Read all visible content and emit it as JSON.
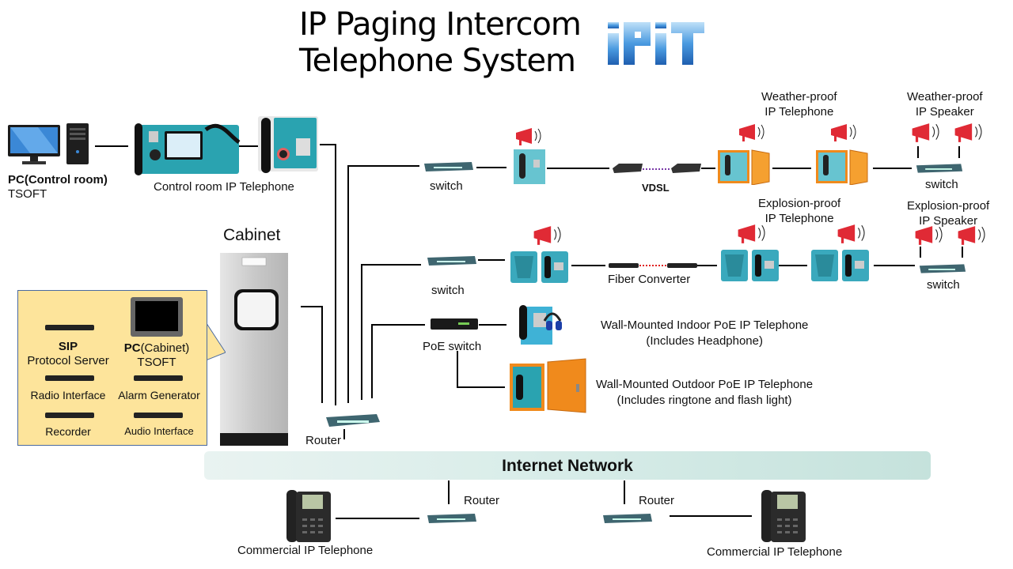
{
  "title": {
    "line1": "IP Paging Intercom",
    "line2": "Telephone System",
    "logo_text": "iPiT"
  },
  "control_room": {
    "pc_label_bold": "PC(Control room)",
    "pc_label_sub": "TSOFT",
    "telephone_label": "Control room IP Telephone"
  },
  "cabinet": {
    "label": "Cabinet",
    "router_label": "Router",
    "callout": {
      "items": [
        {
          "bold": "SIP",
          "text": "Protocol Server"
        },
        {
          "bold": "PC",
          "text": "(Cabinet)",
          "sub": "TSOFT"
        },
        {
          "text": "Radio Interface"
        },
        {
          "text": "Alarm Generator"
        },
        {
          "text": "Recorder"
        },
        {
          "text": "Audio Interface"
        }
      ]
    }
  },
  "branch_weather": {
    "switch_label": "switch",
    "link_label": "VDSL",
    "telephone_group_label": [
      "Weather-proof",
      "IP Telephone"
    ],
    "speaker_group_label": [
      "Weather-proof",
      "IP Speaker"
    ],
    "end_switch_label": "switch"
  },
  "branch_explosion": {
    "switch_label": "switch",
    "link_label": "Fiber Converter",
    "telephone_group_label": [
      "Explosion-proof",
      "IP Telephone"
    ],
    "speaker_group_label": [
      "Explosion-proof",
      "IP Speaker"
    ],
    "end_switch_label": "switch"
  },
  "branch_poe": {
    "switch_label": "PoE switch",
    "indoor": [
      "Wall-Mounted Indoor PoE IP Telephone",
      "(Includes Headphone)"
    ],
    "outdoor": [
      "Wall-Mounted Outdoor PoE IP Telephone",
      "(Includes ringtone and flash light)"
    ]
  },
  "internet": {
    "label": "Internet Network",
    "left_router_label": "Router",
    "right_router_label": "Router",
    "left_phone_label": "Commercial IP Telephone",
    "right_phone_label": "Commercial IP Telephone"
  },
  "colors": {
    "speaker_red": "#e02a35",
    "teal_device": "#2aa3b0",
    "orange_enclosure": "#f08a1c",
    "callout_fill": "#fde49b",
    "vdsl_link": "#7a3aa8",
    "fiber_link": "#e02020",
    "logo_blue": "#2f7fd0"
  }
}
